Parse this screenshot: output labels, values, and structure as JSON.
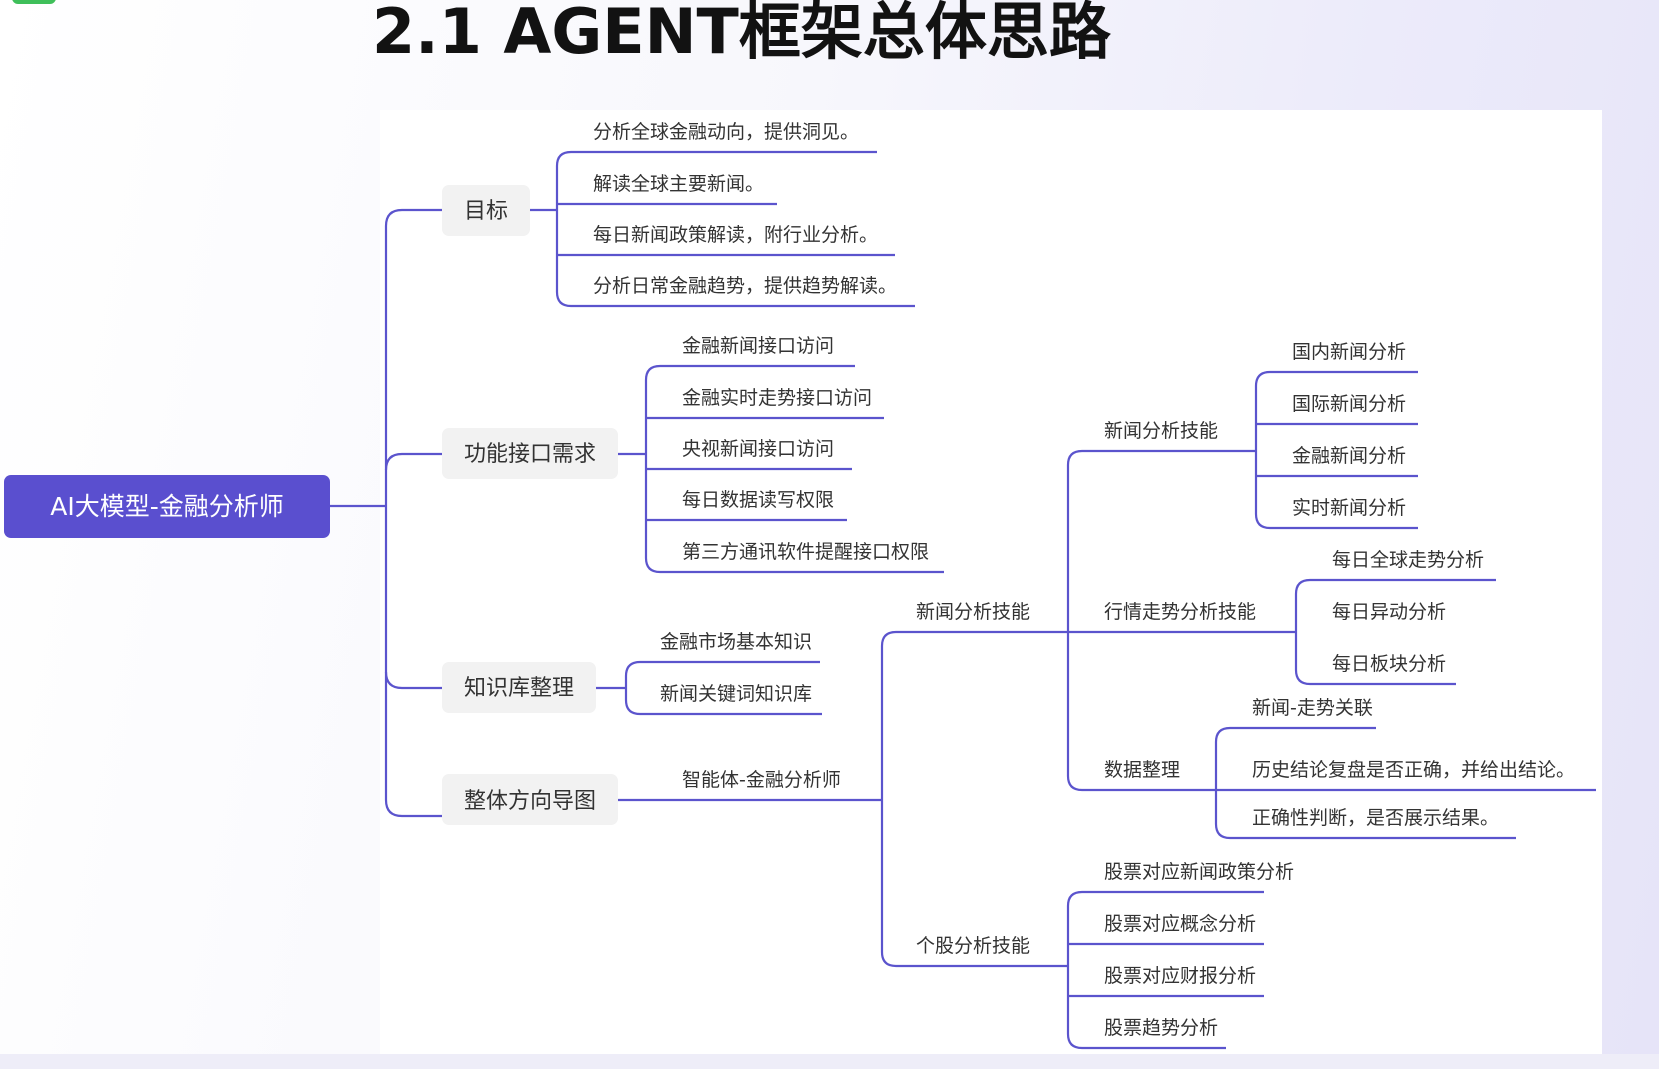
{
  "title": "2.1 AGENT框架总体思路",
  "colors": {
    "accent": "#5b54cd",
    "root_fill": "#5a4fcf",
    "node_fill": "#f2f2f2",
    "text": "#333333"
  },
  "mindmap": {
    "root": "AI大模型-金融分析师",
    "goal": {
      "label": "目标",
      "items": [
        "分析全球金融动向，提供洞见。",
        "解读全球主要新闻。",
        "每日新闻政策解读，附行业分析。",
        "分析日常金融趋势，提供趋势解读。"
      ]
    },
    "interface": {
      "label": "功能接口需求",
      "items": [
        "金融新闻接口访问",
        "金融实时走势接口访问",
        "央视新闻接口访问",
        "每日数据读写权限",
        "第三方通讯软件提醒接口权限"
      ]
    },
    "knowledge": {
      "label": "知识库整理",
      "items": [
        "金融市场基本知识",
        "新闻关键词知识库"
      ]
    },
    "overall": {
      "label": "整体方向导图",
      "agent": "智能体-金融分析师",
      "news_skill": {
        "label": "新闻分析技能",
        "news": {
          "label": "新闻分析技能",
          "items": [
            "国内新闻分析",
            "国际新闻分析",
            "金融新闻分析",
            "实时新闻分析"
          ]
        },
        "trend": {
          "label": "行情走势分析技能",
          "items": [
            "每日全球走势分析",
            "每日异动分析",
            "每日板块分析"
          ]
        },
        "data": {
          "label": "数据整理",
          "items": [
            "新闻-走势关联",
            "历史结论复盘是否正确，并给出结论。",
            "正确性判断，是否展示结果。"
          ]
        }
      },
      "stock_skill": {
        "label": "个股分析技能",
        "items": [
          "股票对应新闻政策分析",
          "股票对应概念分析",
          "股票对应财报分析",
          "股票趋势分析"
        ]
      }
    }
  }
}
